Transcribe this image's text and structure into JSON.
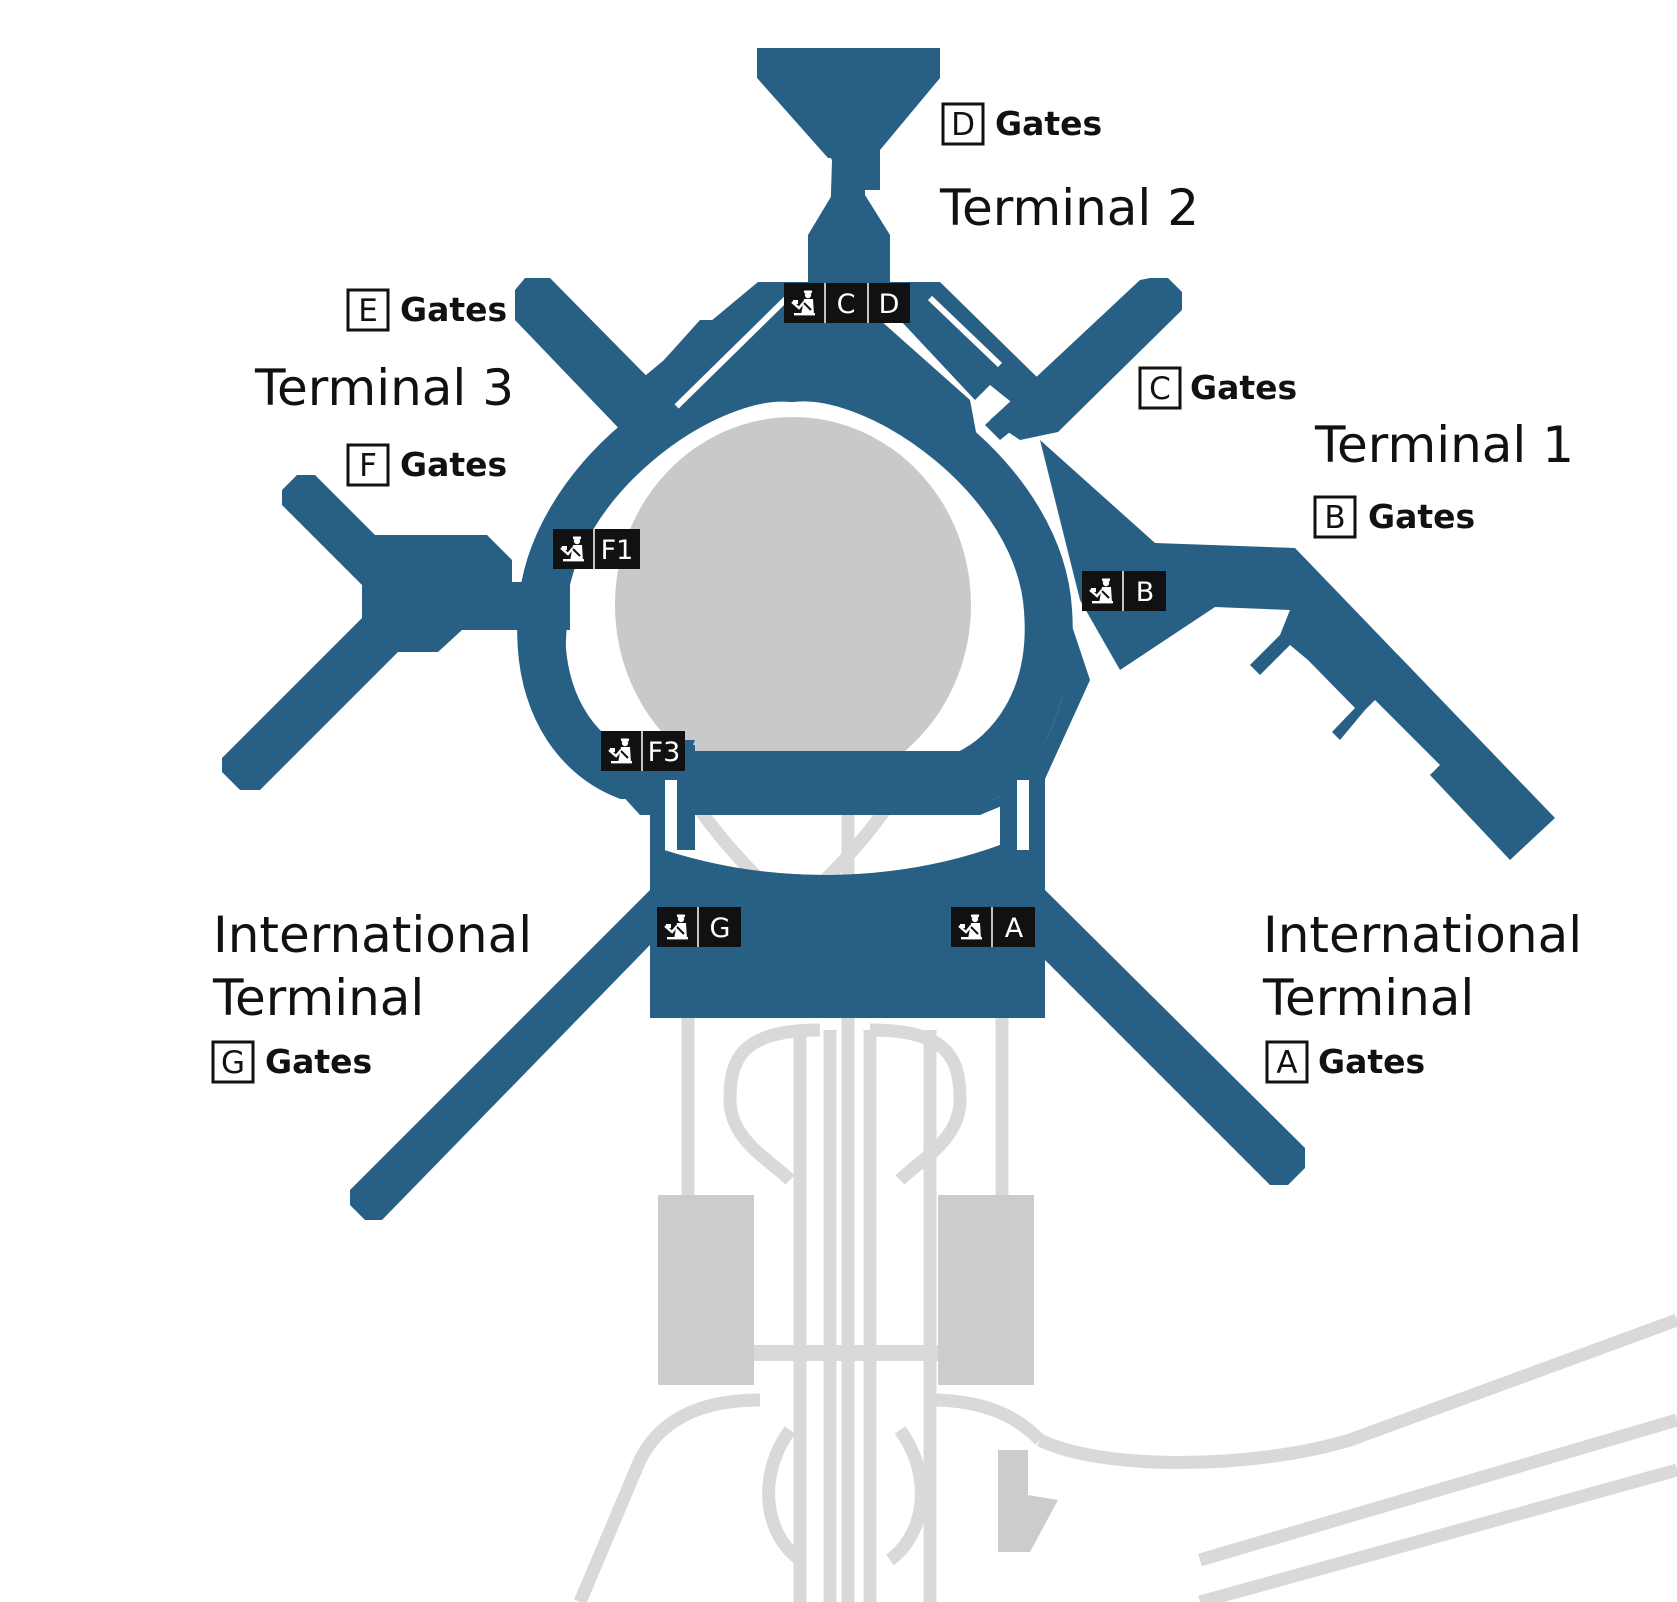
{
  "colors": {
    "terminal_fill": "#285f84",
    "background_roads": "#d9d9d9",
    "parking_garage": "#cccccc",
    "center_lot": "#c8c9cb",
    "label_text": "#111111",
    "checkpoint_badge": "#111111"
  },
  "terminals": {
    "t2": {
      "title": "Terminal 2",
      "gate_letter": "D",
      "gates_label": "Gates"
    },
    "t3": {
      "title": "Terminal 3",
      "gate_letters": [
        "E",
        "F"
      ],
      "gates_label": "Gates"
    },
    "t1": {
      "title": "Terminal 1",
      "gate_letters": [
        "C",
        "B"
      ],
      "gates_label": "Gates"
    },
    "intl_g": {
      "title_line1": "International",
      "title_line2": "Terminal",
      "gate_letter": "G",
      "gates_label": "Gates"
    },
    "intl_a": {
      "title_line1": "International",
      "title_line2": "Terminal",
      "gate_letter": "A",
      "gates_label": "Gates"
    }
  },
  "checkpoints": {
    "icon": "security-checkpoint-icon",
    "cd": {
      "labels": [
        "C",
        "D"
      ]
    },
    "f1": {
      "label": "F1"
    },
    "b": {
      "label": "B"
    },
    "f3": {
      "label": "F3"
    },
    "g": {
      "label": "G"
    },
    "a": {
      "label": "A"
    }
  }
}
